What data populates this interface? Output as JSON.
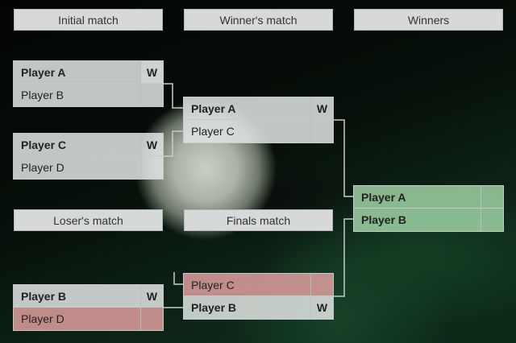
{
  "headers": {
    "initial": "Initial match",
    "winners_match": "Winner's match",
    "winners": "Winners",
    "losers_match": "Loser's match",
    "finals_match": "Finals match"
  },
  "matches": {
    "m1": {
      "p1": "Player A",
      "p1_flag": "W",
      "p2": "Player B",
      "p2_flag": ""
    },
    "m2": {
      "p1": "Player C",
      "p1_flag": "W",
      "p2": "Player D",
      "p2_flag": ""
    },
    "wm": {
      "p1": "Player A",
      "p1_flag": "W",
      "p2": "Player C",
      "p2_flag": ""
    },
    "win": {
      "p1": "Player A",
      "p1_flag": "",
      "p2": "Player B",
      "p2_flag": ""
    },
    "final": {
      "p1": "Player C",
      "p1_flag": "",
      "p2": "Player B",
      "p2_flag": "W"
    },
    "lm": {
      "p1": "Player B",
      "p1_flag": "W",
      "p2": "Player D",
      "p2_flag": ""
    }
  },
  "colors": {
    "winner_green": "#a0d2a5",
    "loser_red": "#e1a0a0",
    "connector": "#c8cccb"
  }
}
